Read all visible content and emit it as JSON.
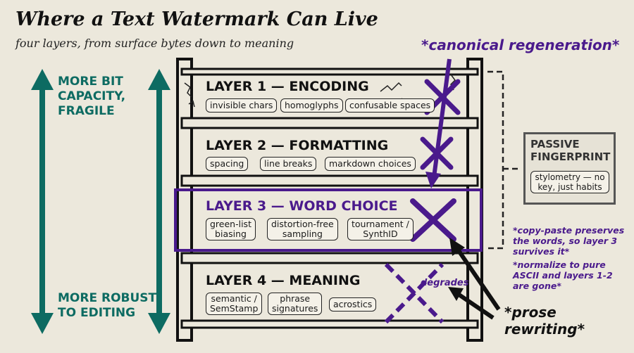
{
  "title": "Where a Text Watermark Can Live",
  "subtitle": "four layers, from surface bytes down to meaning",
  "axis": {
    "top_label": [
      "MORE BIT",
      "CAPACITY,",
      "FRAGILE"
    ],
    "bottom_label": [
      "MORE ROBUST",
      "TO EDITING"
    ]
  },
  "layers": [
    {
      "title": "LAYER 1 — ENCODING",
      "chips": [
        "invisible chars",
        "homoglyphs",
        "confusable spaces"
      ]
    },
    {
      "title": "LAYER 2 — FORMATTING",
      "chips": [
        "spacing",
        "line breaks",
        "markdown choices"
      ]
    },
    {
      "title": "LAYER 3 — WORD CHOICE",
      "chips": [
        [
          "green-list",
          "biasing"
        ],
        [
          "distortion-free",
          "sampling"
        ],
        [
          "tournament /",
          "SynthID"
        ]
      ]
    },
    {
      "title": "LAYER 4 — MEANING",
      "chips": [
        [
          "semantic /",
          "SemStamp"
        ],
        [
          "phrase",
          "signatures"
        ],
        "acrostics"
      ]
    }
  ],
  "attacks": {
    "canonical": "*canonical regeneration*",
    "prose": [
      "*prose",
      "rewriting*"
    ],
    "degrades": "degrades"
  },
  "passive": {
    "title": [
      "PASSIVE",
      "FINGERPRINT"
    ],
    "chip": [
      "stylometry — no",
      "key, just habits"
    ]
  },
  "notes": {
    "copy_paste": [
      "*copy-paste preserves",
      "the words, so layer 3",
      "survives it*"
    ],
    "normalize": [
      "*normalize to pure",
      "ASCII and layers 1-2",
      "are gone*"
    ]
  },
  "colors": {
    "background": "#ece8dc",
    "teal": "#0d6b62",
    "purple": "#4a1a8c",
    "ink": "#111111"
  }
}
